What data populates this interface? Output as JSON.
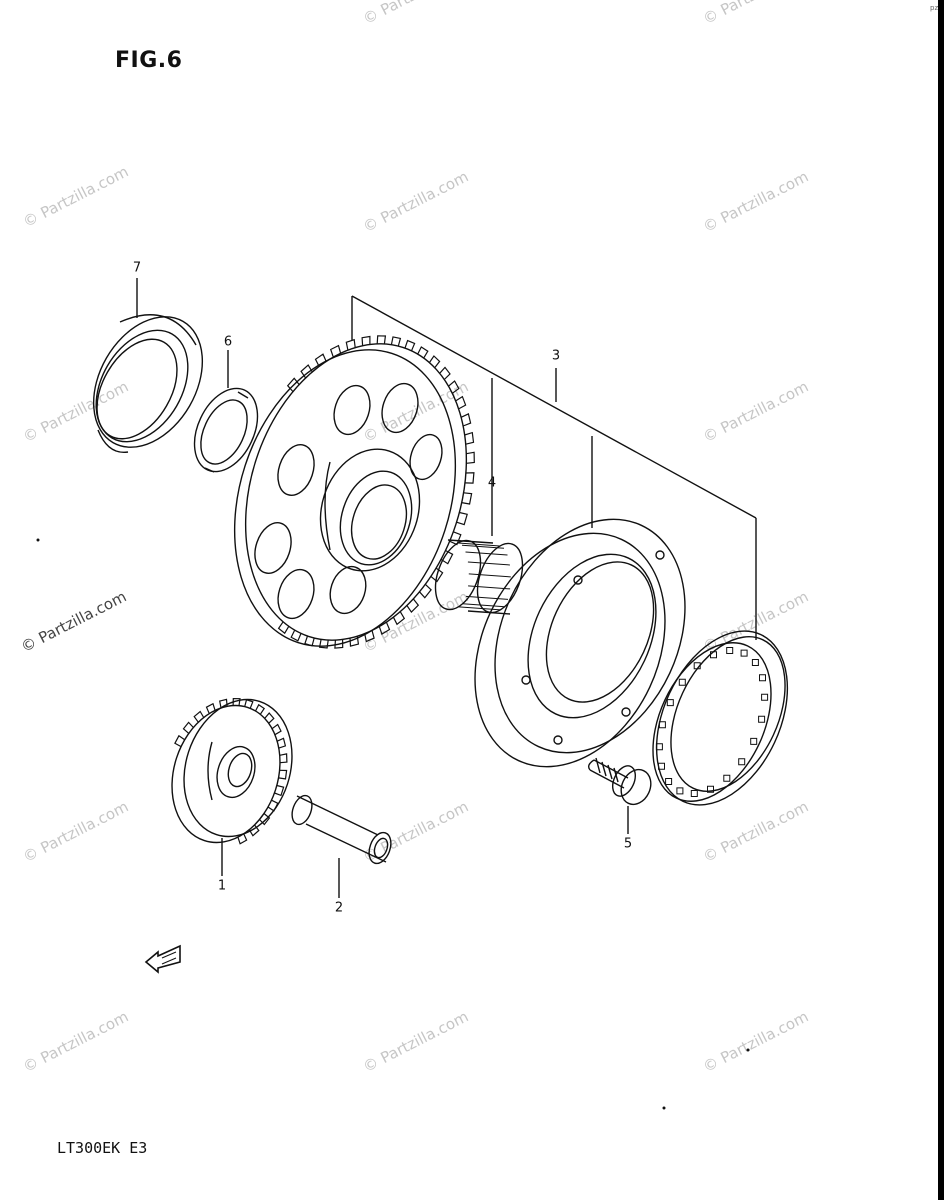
{
  "figure": {
    "title": "FIG.6",
    "model_code": "LT300EK E3"
  },
  "callouts": {
    "c1": "1",
    "c2": "2",
    "c3": "3",
    "c4": "4",
    "c5": "5",
    "c6": "6",
    "c7": "7"
  },
  "watermark": {
    "text": "© Partzilla.com"
  },
  "corner_mark": "pz",
  "colors": {
    "ink": "#111111",
    "watermark": "#c6c6c6",
    "background": "#ffffff"
  },
  "icons": {
    "front_arrow": "front-direction-arrow-icon"
  }
}
